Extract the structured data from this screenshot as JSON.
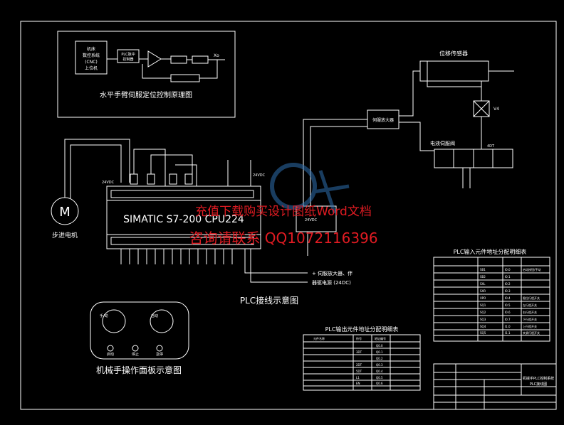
{
  "colors": {
    "background": "#000000",
    "line": "#ffffff",
    "watermark_red": "#e11b22",
    "watermark_blue": "#2f6fb0"
  },
  "top_schematic": {
    "cnc_box_line1": "机床",
    "cnc_box_line2": "数控系统",
    "cnc_box_line3": "(CNC)",
    "cnc_box_line4": "上位机",
    "plc_box": "PLC脉冲",
    "plc_box_line2": "控制器",
    "output_label": "Xo",
    "title": "水平手臂伺服定位控制原理图"
  },
  "plc": {
    "model": "SIMATIC S7-200 CPU224",
    "module_label": "24VDC",
    "v_label_left": "24VDC",
    "v_label_right": "24VDC",
    "wiring_title": "PLC接线示意图",
    "notes_line1": "+ 伺服放大器、伴",
    "notes_line2": "器驱电源 (24DC)"
  },
  "motor": {
    "symbol": "M",
    "label": "步进电机"
  },
  "right_schematic": {
    "sensor_title": "位移传感器",
    "servo_box": "伺服放大器",
    "valve_label": "V4",
    "solenoid_label": "电液伺服阀",
    "relay_label": "4DT"
  },
  "watermark": {
    "line1": "充值下载购买设计图纸Word文档",
    "line2": "咨询请联系 QQ1072116396"
  },
  "panel": {
    "knob_labels": [
      "手/动",
      "自动"
    ],
    "buttons": [
      "启动",
      "停止",
      "急停"
    ],
    "title": "机械手操作面板示意图"
  },
  "input_table": {
    "title": "PLC输入元件地址分配明细表",
    "rows": [
      [
        "SB1",
        "I0.0",
        "启动按钮/手动"
      ],
      [
        "SB2",
        "I0.1",
        ""
      ],
      [
        "SXL",
        "I0.2",
        ""
      ],
      [
        "SXR",
        "I0.3",
        ""
      ],
      [
        "XPO",
        "I0.4",
        "限位行程开关"
      ],
      [
        "SQ1",
        "I0.5",
        "左行程开关"
      ],
      [
        "SQ2",
        "I0.6",
        "右行程开关"
      ],
      [
        "SQ3",
        "I0.7",
        "下行程开关"
      ],
      [
        "SQ4",
        "I1.0",
        "上行程开关"
      ],
      [
        "SQ5",
        "I1.1",
        "夹紧行程开关"
      ]
    ]
  },
  "output_table": {
    "title": "PLC输出元件地址分配明细表",
    "header": [
      "元件名称",
      "符号",
      "地址编号"
    ],
    "rows": [
      [
        "",
        "",
        "Q0.0"
      ],
      [
        "",
        "3DT",
        "Q0.1"
      ],
      [
        "",
        "",
        "Q0.2"
      ],
      [
        "",
        "2DT",
        "Q0.3"
      ],
      [
        "",
        "5DT",
        "Q0.4"
      ],
      [
        "",
        "L1",
        "Q0.5"
      ],
      [
        "",
        "EN",
        "Q0.6"
      ]
    ]
  },
  "title_block": {
    "drawing_title_line1": "机械手PLC控制系统",
    "drawing_title_line2": "PLC接线图"
  }
}
